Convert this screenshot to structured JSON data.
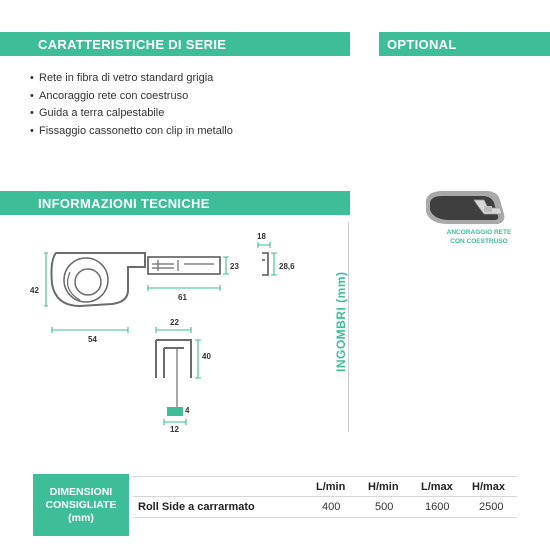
{
  "sections": {
    "serie_title": "CARATTERISTICHE DI SERIE",
    "optional_title": "OPTIONAL",
    "info_title": "INFORMAZIONI TECNICHE"
  },
  "features": [
    "Rete in fibra di vetro standard grigia",
    "Ancoraggio rete con coestruso",
    "Guida a terra calpestabile",
    "Fissaggio cassonetto con clip in metallo"
  ],
  "optional": {
    "caption_line1": "ANCORAGGIO RETE",
    "caption_line2": "CON COESTRUSO"
  },
  "technical": {
    "ingombri_label": "INGOMBRI (mm)",
    "dims": {
      "box_height": "42",
      "box_width": "54",
      "rail_length": "61",
      "rail_height": "23",
      "profile_width": "18",
      "profile_height": "28,6",
      "guide_width": "22",
      "guide_height": "40",
      "foot_height": "4",
      "foot_width": "12"
    }
  },
  "table": {
    "label_line1": "DIMENSIONI",
    "label_line2": "CONSIGLIATE",
    "label_line3": "(mm)",
    "headers": [
      "L/min",
      "H/min",
      "L/max",
      "H/max"
    ],
    "row_name": "Roll Side a carrarmato",
    "values": [
      "400",
      "500",
      "1600",
      "2500"
    ]
  },
  "colors": {
    "accent": "#3dbd98",
    "drawing_stroke": "#6b6b6b"
  }
}
